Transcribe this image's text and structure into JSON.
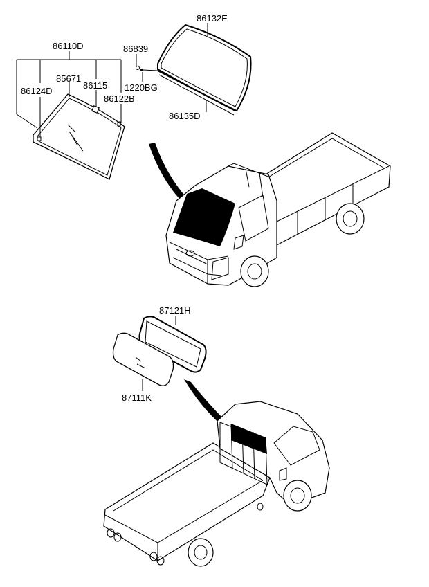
{
  "labels": {
    "windshield_upper": "86132E",
    "molding": "86839",
    "bolt": "1220BG",
    "windshield_lower_strip": "86135D",
    "glass_assy": "86110D",
    "clip": "85671",
    "bracket": "86115",
    "side_seal": "86124D",
    "corner_seal": "86122B",
    "rear_weatherstrip": "87121H",
    "rear_glass": "87111K"
  }
}
